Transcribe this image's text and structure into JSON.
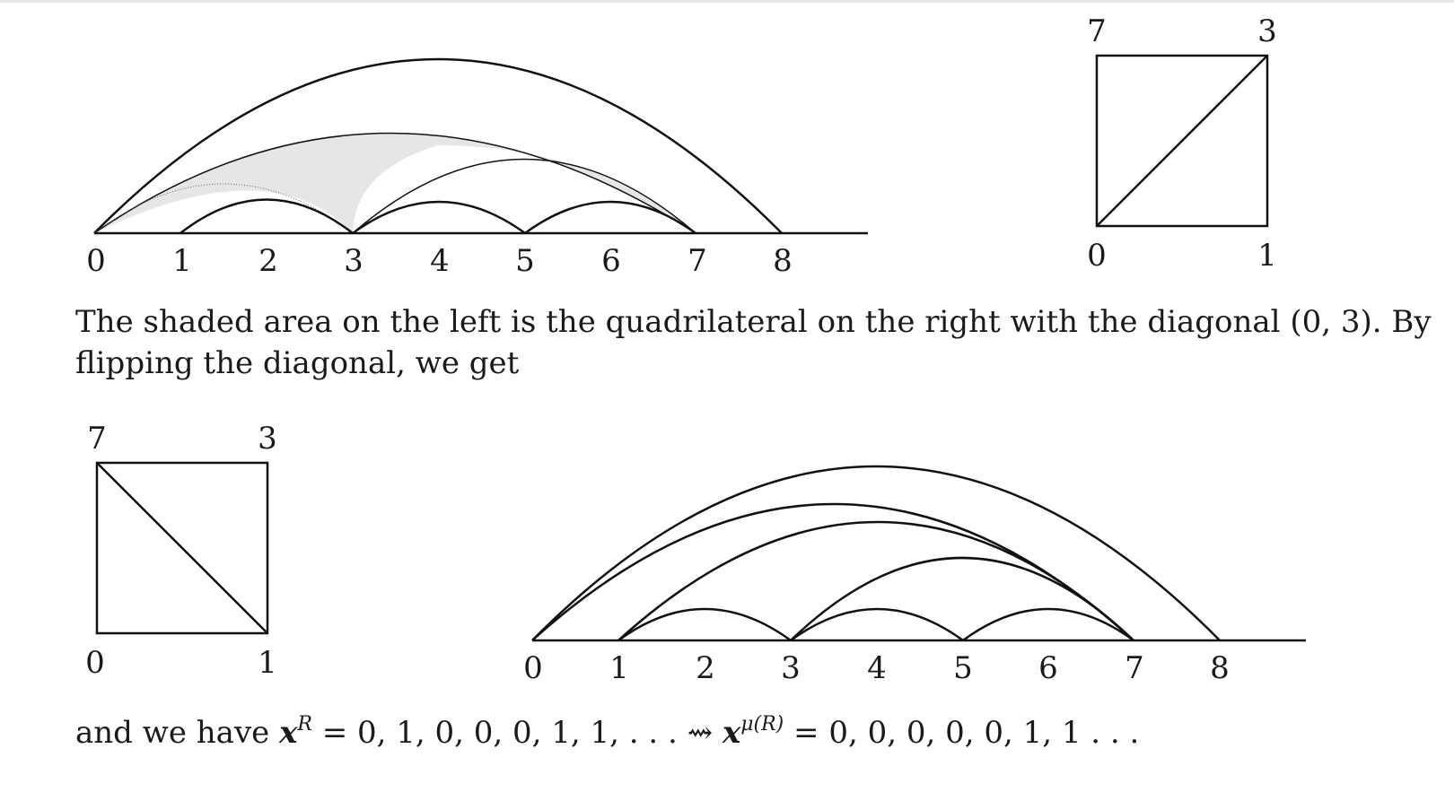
{
  "figure1": {
    "arc_diagram": {
      "labels": [
        "0",
        "1",
        "2",
        "3",
        "4",
        "5",
        "6",
        "7",
        "8"
      ]
    },
    "square": {
      "top_left": "7",
      "top_right": "3",
      "bottom_left": "0",
      "bottom_right": "1"
    }
  },
  "paragraph1": {
    "line1": "The shaded area on the left is the quadrilateral on the right with the diagonal (0, 3).  By",
    "line2": "flipping the diagonal, we get"
  },
  "figure2": {
    "square": {
      "top_left": "7",
      "top_right": "3",
      "bottom_left": "0",
      "bottom_right": "1"
    },
    "arc_diagram": {
      "labels": [
        "0",
        "1",
        "2",
        "3",
        "4",
        "5",
        "6",
        "7",
        "8"
      ]
    }
  },
  "paragraph2": {
    "prefix": "and we have ",
    "x1": "x",
    "sup1": "R",
    "seq1": " = 0, 1, 0, 0, 0, 1, 1, . . . ",
    "arrow": "⇝",
    "x2": "x",
    "sup2": "μ(R)",
    "seq2": " = 0, 0, 0, 0, 0, 1, 1 . . ."
  }
}
